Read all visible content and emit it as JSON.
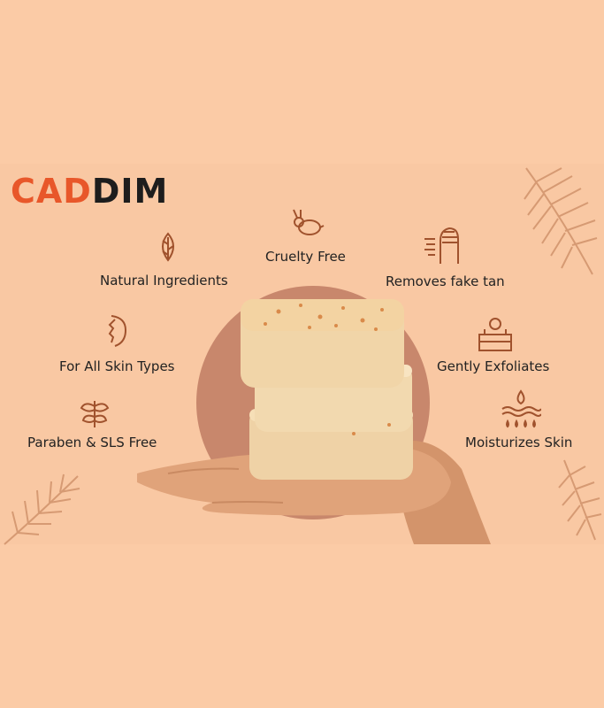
{
  "brand": {
    "logo_prefix": "CAD",
    "logo_suffix": "DIM",
    "accent_color": "#e8572a",
    "dark_color": "#1d1d1d"
  },
  "background_color": "#fbcba6",
  "features": [
    {
      "label": "Cruelty Free",
      "icon": "rabbit-icon"
    },
    {
      "label": "Natural Ingredients",
      "icon": "leaf-icon"
    },
    {
      "label": "Removes fake tan",
      "icon": "hand-icon"
    },
    {
      "label": "For All Skin Types",
      "icon": "face-profile-icon"
    },
    {
      "label": "Gently Exfoliates",
      "icon": "skin-layers-icon"
    },
    {
      "label": "Paraben & SLS Free",
      "icon": "plant-sprout-icon"
    },
    {
      "label": "Moisturizes Skin",
      "icon": "water-drops-icon"
    }
  ]
}
